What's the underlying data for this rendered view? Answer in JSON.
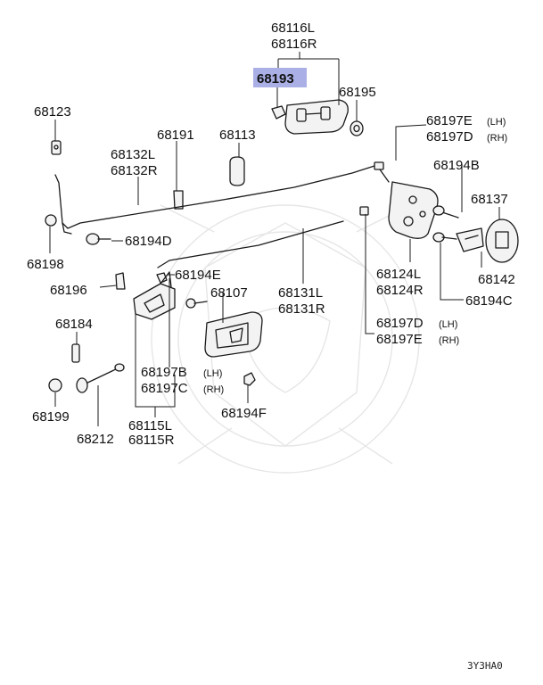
{
  "labels": {
    "p68116": {
      "l": "68116L",
      "r": "68116R"
    },
    "p68193": "68193",
    "p68195": "68195",
    "p68123": "68123",
    "p68191": "68191",
    "p68113": "68113",
    "p68132": {
      "l": "68132L",
      "r": "68132R"
    },
    "p68197ED": {
      "a": "68197E",
      "a_side": "(LH)",
      "b": "68197D",
      "b_side": "(RH)"
    },
    "p68194B": "68194B",
    "p68137": "68137",
    "p68194D": "68194D",
    "p68198": "68198",
    "p68194E": "68194E",
    "p68196": "68196",
    "p68107": "68107",
    "p68131": {
      "l": "68131L",
      "r": "68131R"
    },
    "p68124": {
      "l": "68124L",
      "r": "68124R"
    },
    "p68142": "68142",
    "p68194C": "68194C",
    "p68184": "68184",
    "p68197DE": {
      "a": "68197D",
      "a_side": "(LH)",
      "b": "68197E",
      "b_side": "(RH)"
    },
    "p68197BC": {
      "a": "68197B",
      "a_side": "(LH)",
      "b": "68197C",
      "b_side": "(RH)"
    },
    "p68199": "68199",
    "p68212": "68212",
    "p68194F": "68194F",
    "p68115": {
      "l": "68115L",
      "r": "68115R"
    }
  },
  "diagram_code": "3Y3HA0",
  "colors": {
    "highlight": "#aab0e6",
    "line": "#1a1a1a"
  }
}
